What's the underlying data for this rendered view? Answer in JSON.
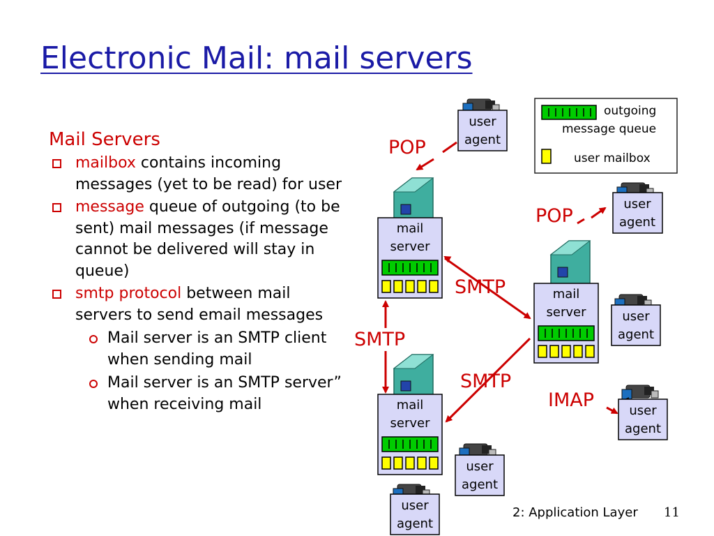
{
  "title": "Electronic Mail: mail servers",
  "left": {
    "heading": "Mail Servers",
    "bullets": [
      {
        "highlight": "mailbox",
        "text": " contains incoming messages (yet to be read) for user"
      },
      {
        "highlight": "message",
        "text": " queue of outgoing (to be sent) mail messages (if message cannot be delivered will stay in queue)"
      },
      {
        "highlight": "smtp protocol",
        "text": " between mail servers to send email messages"
      }
    ],
    "sub_bullets": [
      "Mail server is an SMTP client when sending mail",
      "Mail server is an SMTP server” when receiving mail"
    ]
  },
  "legend": {
    "queue_label_1": "outgoing",
    "queue_label_2": "message queue",
    "mailbox_label": "user mailbox"
  },
  "diagram": {
    "user_agent_line1": "user",
    "user_agent_line2": "agent",
    "mail_server_line1": "mail",
    "mail_server_line2": "server",
    "protocols": {
      "pop_top": "POP",
      "pop_right": "POP",
      "smtp_top_right": "SMTP",
      "smtp_left": "SMTP",
      "smtp_bottom": "SMTP",
      "imap": "IMAP"
    }
  },
  "footer": {
    "label": "2: Application Layer",
    "page": "11"
  },
  "colors": {
    "title": "#1a1aa6",
    "accent": "#cc0000",
    "queue": "#00cc00",
    "mailbox": "#ffff00",
    "box_fill": "#d8d8f8"
  }
}
